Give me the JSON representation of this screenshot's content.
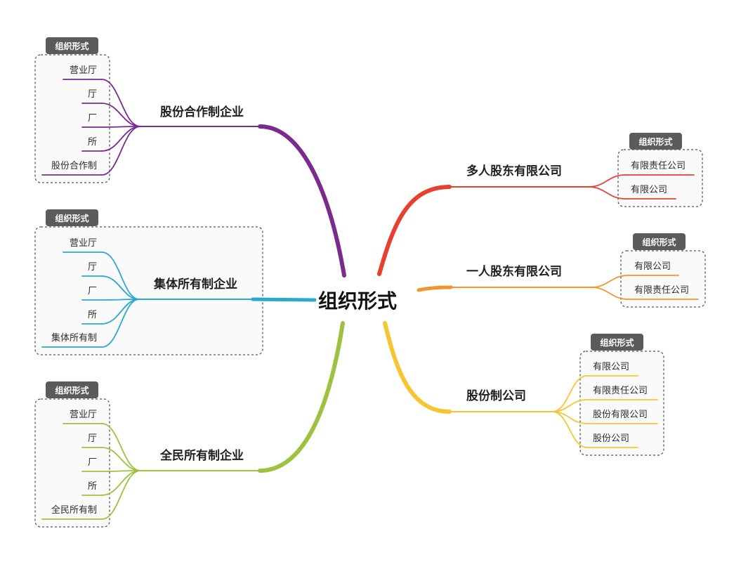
{
  "root": {
    "label": "组织形式"
  },
  "branches": [
    {
      "label": "股份合作制企业",
      "color": "#7b2a8e",
      "group_label": "组织形式",
      "items": [
        "营业厅",
        "厅",
        "厂",
        "所",
        "股份合作制"
      ]
    },
    {
      "label": "集体所有制企业",
      "color": "#2aa8cf",
      "group_label": "组织形式",
      "items": [
        "营业厅",
        "厅",
        "厂",
        "所",
        "集体所有制"
      ]
    },
    {
      "label": "全民所有制企业",
      "color": "#9ec23f",
      "group_label": "组织形式",
      "items": [
        "营业厅",
        "厅",
        "厂",
        "所",
        "全民所有制"
      ]
    },
    {
      "label": "多人股东有限公司",
      "color": "#e8402e",
      "group_label": "组织形式",
      "items": [
        "有限责任公司",
        "有限公司"
      ]
    },
    {
      "label": "一人股东有限公司",
      "color": "#f2952f",
      "group_label": "组织形式",
      "items": [
        "有限公司",
        "有限责任公司"
      ]
    },
    {
      "label": "股份制公司",
      "color": "#f7c531",
      "group_label": "组织形式",
      "items": [
        "有限公司",
        "有限责任公司",
        "股份有限公司",
        "股份公司"
      ]
    }
  ]
}
